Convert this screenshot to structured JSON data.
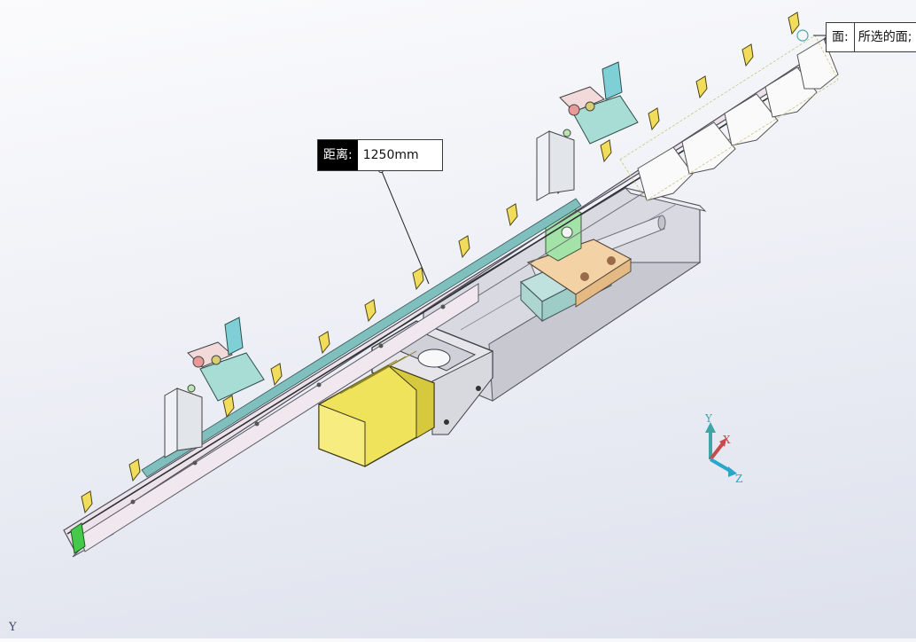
{
  "annotations": {
    "distance": {
      "label": "距离:",
      "value": "1250mm"
    },
    "face": {
      "label": "面:",
      "value": "所选的面;"
    }
  },
  "triad": {
    "x": "X",
    "y": "Y",
    "z": "Z"
  },
  "corner_axis": "Y",
  "colors": {
    "rail": "#eadfe6",
    "rail_edge": "#5c5a66",
    "bracket": "#f0de6a",
    "motor": "#ece25a",
    "carriage": "#b9ddd9",
    "slider_plate": "#f2cfa0",
    "support_green": "#9fe0a4",
    "base": "#dcdde4",
    "triad_x": "#c84a4a",
    "triad_y": "#3fa6a6",
    "triad_z": "#2aa6c8"
  }
}
